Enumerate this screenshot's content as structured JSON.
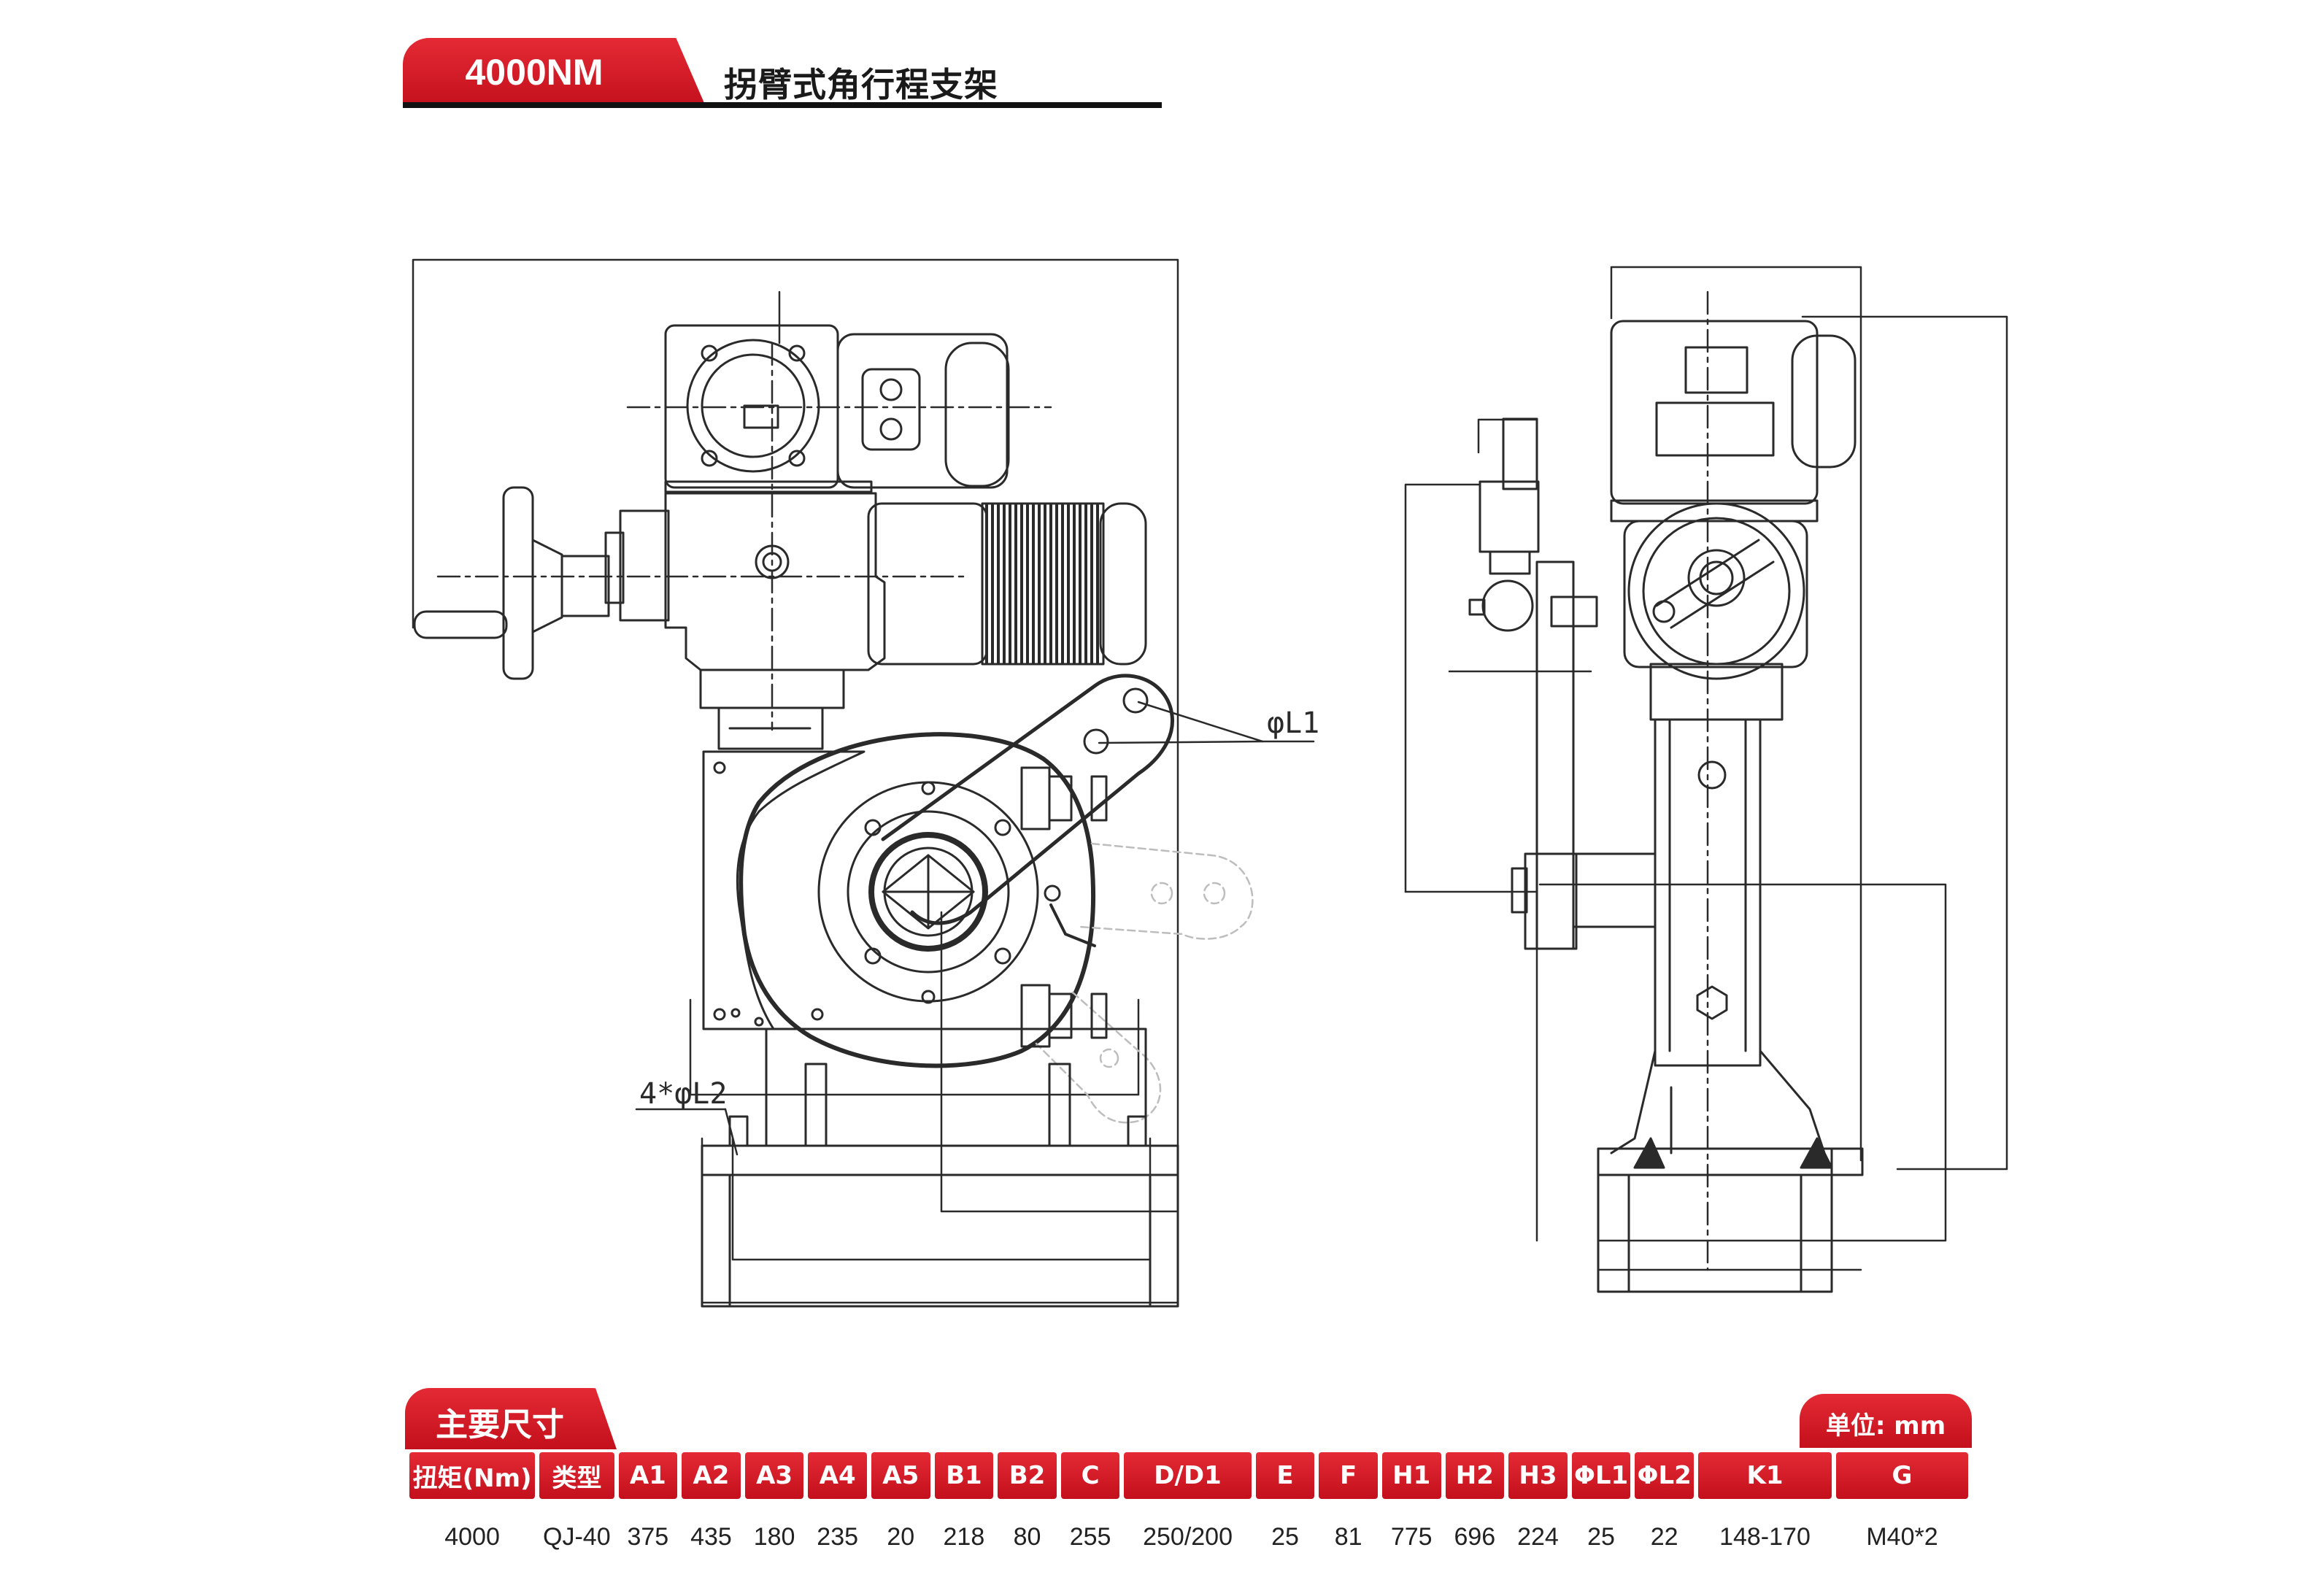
{
  "header": {
    "model": "4000NM",
    "title": "拐臂式角行程支架"
  },
  "drawing": {
    "callouts": {
      "phi_l1": "φL1",
      "holes_l2": "4*φL2"
    }
  },
  "dimensions": {
    "section_title": "主要尺寸",
    "unit": "单位: mm",
    "headers": [
      "扭矩(Nm)",
      "类型",
      "A1",
      "A2",
      "A3",
      "A4",
      "A5",
      "B1",
      "B2",
      "C",
      "D/D1",
      "E",
      "F",
      "H1",
      "H2",
      "H3",
      "ΦL1",
      "ΦL2",
      "K1",
      "G"
    ],
    "row": [
      "4000",
      "QJ-40",
      "375",
      "435",
      "180",
      "235",
      "20",
      "218",
      "80",
      "255",
      "250/200",
      "25",
      "81",
      "775",
      "696",
      "224",
      "25",
      "22",
      "148-170",
      "M40*2"
    ]
  }
}
